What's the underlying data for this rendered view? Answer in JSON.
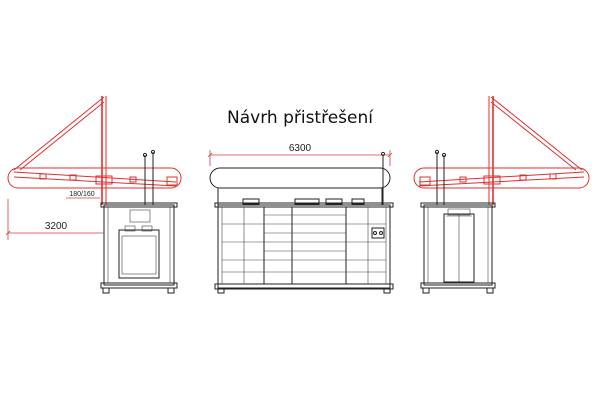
{
  "title": "Návrh přistřešení",
  "dimensions": {
    "length": "6300",
    "offset": "3200",
    "profile": "180/160"
  },
  "colors": {
    "roof": "#e03030",
    "container": "#222222",
    "background": "#ffffff"
  }
}
